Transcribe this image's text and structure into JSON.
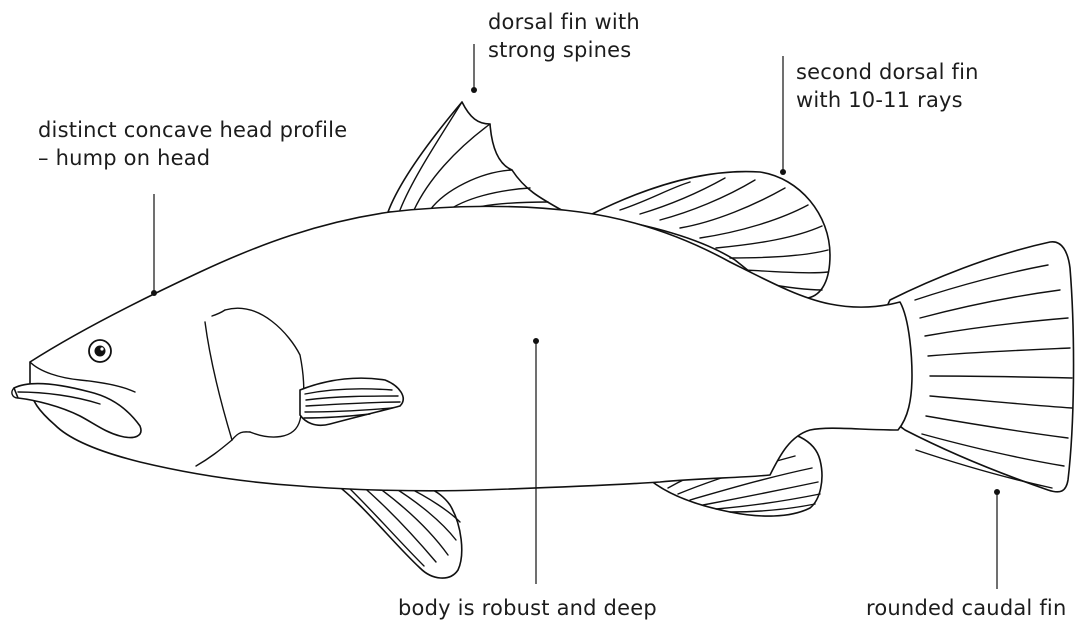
{
  "annotations": {
    "dorsal_fin": {
      "line1": "dorsal fin with",
      "line2": "strong spines"
    },
    "second_dorsal": {
      "line1": "second dorsal fin",
      "line2": "with 10-11 rays"
    },
    "head_profile": {
      "line1": "distinct concave head profile",
      "line2": "– hump on head"
    },
    "body": {
      "line1": "body is robust and deep"
    },
    "caudal": {
      "line1": "rounded caudal fin"
    }
  }
}
